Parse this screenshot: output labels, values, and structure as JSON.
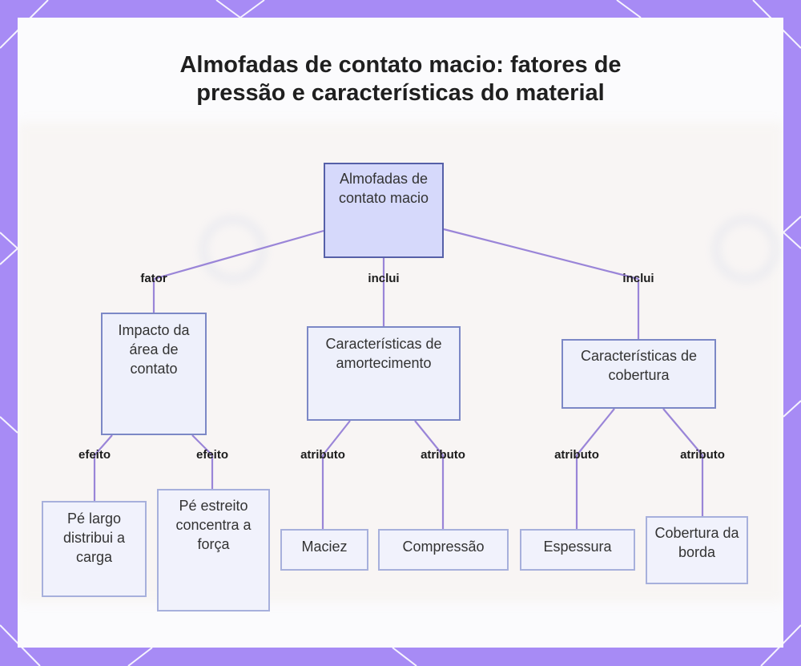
{
  "title": "Almofadas de contato macio: fatores de pressão e características do material",
  "nodes": {
    "root": "Almofadas de contato macio",
    "impacto": "Impacto da área de contato",
    "amortecimento": "Características de amortecimento",
    "cobertura": "Características de cobertura",
    "pe_largo": "Pé largo distribui a carga",
    "pe_estreito": "Pé estreito concentra a força",
    "maciez": "Maciez",
    "compressao": "Compressão",
    "espessura": "Espessura",
    "cobertura_borda": "Cobertura da borda"
  },
  "edges": {
    "fator": "fator",
    "inclui_1": "inclui",
    "inclui_2": "inclui",
    "efeito_1": "efeito",
    "efeito_2": "efeito",
    "atributo_1": "atributo",
    "atributo_2": "atributo",
    "atributo_3": "atributo",
    "atributo_4": "atributo"
  },
  "colors": {
    "border": "#a78bf5",
    "edge": "#9a85d8",
    "node_fill": "#eef0fb",
    "root_fill": "#d6d9fb"
  }
}
